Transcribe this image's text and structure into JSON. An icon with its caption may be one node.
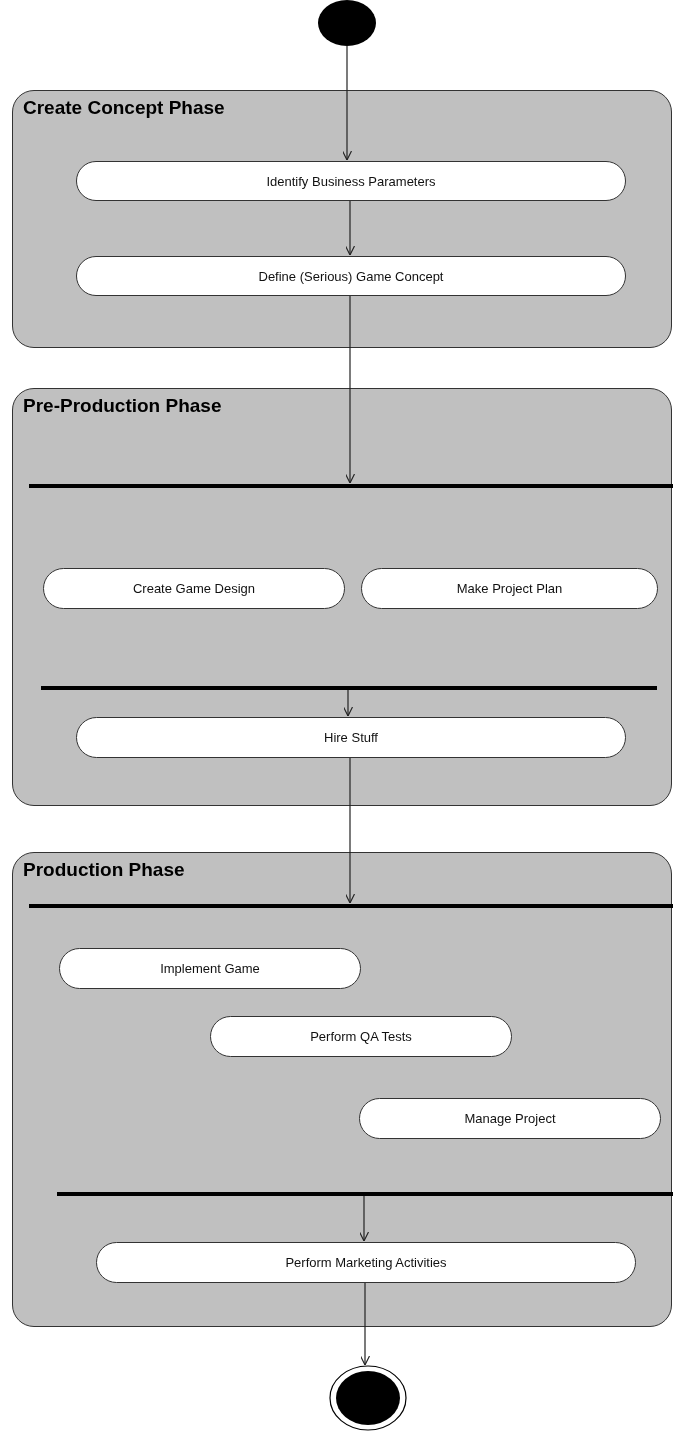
{
  "diagram": {
    "nodes": [
      {
        "text": [],
        "shape": "circle"
      },
      {
        "text": [
          "Create Concept Phase"
        ]
      },
      {
        "text": [
          "Identify Business Parameters"
        ],
        "in": 1
      },
      {
        "text": [
          "Define (Serious) Game Concept"
        ],
        "in": 1
      },
      {
        "text": [
          "Pre-Production Phase"
        ]
      },
      {
        "text": [],
        "shape": "bar",
        "in": 4
      },
      {
        "text": [
          "Create Game Design"
        ],
        "in": 4
      },
      {
        "text": [
          "Make Project Plan"
        ],
        "in": 4
      },
      {
        "text": [],
        "shape": "bar",
        "in": 4
      },
      {
        "text": [
          "Hire Stuff"
        ],
        "in": 4
      },
      {
        "text": [
          "Production Phase"
        ]
      },
      {
        "text": [],
        "shape": "bar",
        "in": 10
      },
      {
        "text": [
          "Implement Game"
        ],
        "in": 10
      },
      {
        "text": [
          "Perform QA Tests"
        ],
        "in": 10
      },
      {
        "text": [
          "Manage Project"
        ],
        "in": 10
      },
      {
        "text": [],
        "shape": "bar",
        "in": 10
      },
      {
        "text": [
          "Perform Marketing Activities"
        ],
        "in": 10
      },
      {
        "text": [],
        "shape": "circle"
      }
    ],
    "edges": [
      {
        "from": 0,
        "to": 2,
        "arrow": "to"
      },
      {
        "from": 2,
        "to": 3,
        "arrow": "to"
      },
      {
        "from": 3,
        "to": 5,
        "arrow": "to"
      },
      {
        "from": 8,
        "to": 9,
        "arrow": "to"
      },
      {
        "from": 9,
        "to": 11,
        "arrow": "to"
      },
      {
        "from": 15,
        "to": 16,
        "arrow": "to"
      },
      {
        "from": 16,
        "to": 17,
        "arrow": "to"
      }
    ]
  }
}
